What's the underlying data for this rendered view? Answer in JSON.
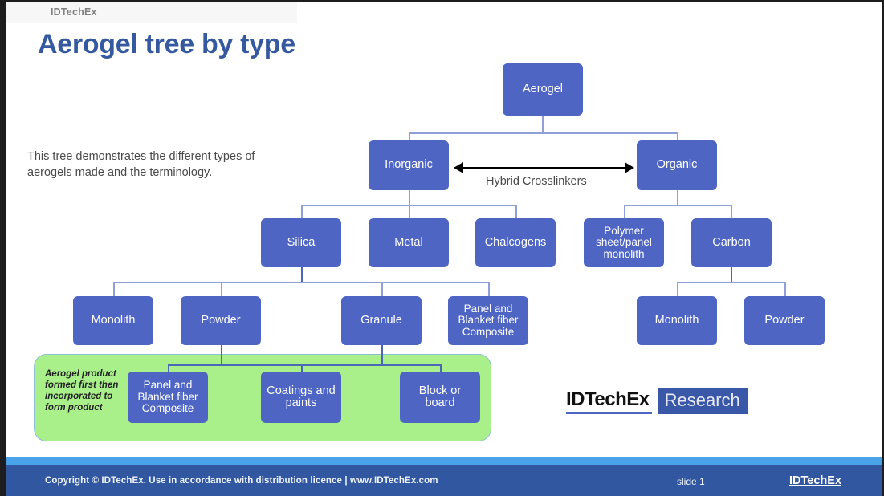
{
  "window": {
    "header_label": "IDTechEx"
  },
  "slide": {
    "title": "Aerogel tree by type",
    "description": "This tree demonstrates the different types of aerogels made and the terminology."
  },
  "tree": {
    "root": {
      "label": "Aerogel"
    },
    "level2": [
      {
        "label": "Inorganic"
      },
      {
        "label": "Organic"
      }
    ],
    "hybrid": {
      "label": "Hybrid Crosslinkers"
    },
    "inorganic_children": [
      {
        "label": "Silica"
      },
      {
        "label": "Metal"
      },
      {
        "label": "Chalcogens"
      }
    ],
    "organic_children": [
      {
        "label": "Polymer sheet/panel monolith"
      },
      {
        "label": "Carbon"
      }
    ],
    "silica_children": [
      {
        "label": "Monolith"
      },
      {
        "label": "Powder"
      },
      {
        "label": "Granule"
      },
      {
        "label": "Panel and Blanket fiber Composite"
      }
    ],
    "carbon_children": [
      {
        "label": "Monolith"
      },
      {
        "label": "Powder"
      }
    ],
    "product_group": {
      "note": "Aerogel product formed first then incorporated to form product",
      "items": [
        {
          "label": "Panel and Blanket fiber Composite"
        },
        {
          "label": "Coatings and paints"
        },
        {
          "label": "Block or board"
        }
      ]
    }
  },
  "logo": {
    "primary": "IDTechEx",
    "secondary": "Research"
  },
  "footer": {
    "copyright": "Copyright © IDTechEx. Use in accordance with distribution licence  |  www.IDTechEx.com",
    "slide_label": "slide  1",
    "brand": "IDTechEx"
  },
  "colors": {
    "node_blue": "#4e65c4",
    "title_blue": "#35599e",
    "green_highlight": "#aaf08a",
    "footer_blue": "#30579f",
    "footer_strip": "#4aa3e8"
  }
}
